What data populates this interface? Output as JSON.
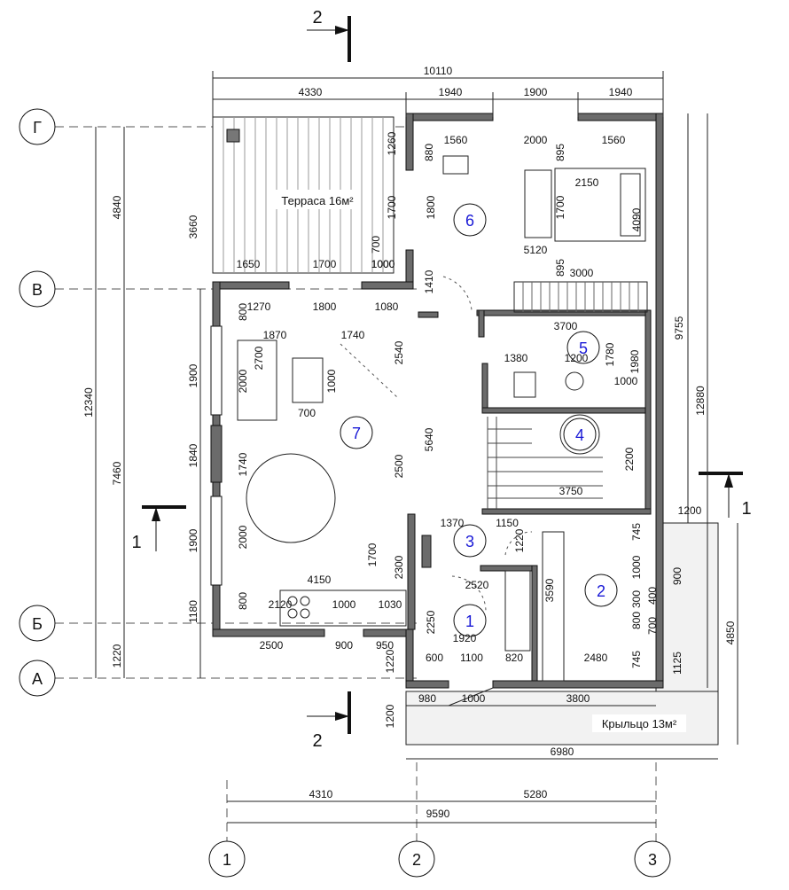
{
  "axes": {
    "vertical": [
      {
        "label": "1"
      },
      {
        "label": "2"
      },
      {
        "label": "3"
      }
    ],
    "horizontal": [
      {
        "label": "Г"
      },
      {
        "label": "В"
      },
      {
        "label": "Б"
      },
      {
        "label": "А"
      }
    ]
  },
  "sections": {
    "top_label": "2",
    "bottom_label": "2",
    "left_label": "1",
    "right_label": "1"
  },
  "areas": {
    "terrace": "Терраса 16м²",
    "porch": "Крыльцо 13м²"
  },
  "rooms": [
    "1",
    "2",
    "3",
    "4",
    "5",
    "6",
    "7"
  ],
  "dimensions": {
    "top_total": "10110",
    "top_segments": [
      "4330",
      "1940",
      "1900",
      "1940"
    ],
    "bottom_total": "9590",
    "bottom_segments": [
      "4310",
      "5280"
    ],
    "porch_width": "6980",
    "porch_segments": [
      "980",
      "1000",
      "3800"
    ],
    "left_total": "12340",
    "left_segments": [
      "4840",
      "7460"
    ],
    "left_inner": [
      "3660",
      "1900",
      "1840",
      "1900",
      "1180",
      "1220"
    ],
    "right_outer": "12880",
    "right_inner": "9755",
    "right_porch": "4850",
    "right_small": [
      "1200",
      "745",
      "1000",
      "300",
      "400",
      "800",
      "700",
      "1125",
      "900"
    ],
    "interior": [
      "1260",
      "880",
      "1560",
      "2000",
      "1560",
      "895",
      "2150",
      "1700",
      "4090",
      "1800",
      "700",
      "1700",
      "1000",
      "1650",
      "1700",
      "1000",
      "1410",
      "5120",
      "895",
      "3000",
      "800",
      "1270",
      "1800",
      "1080",
      "1870",
      "1740",
      "2540",
      "2700",
      "2000",
      "1000",
      "700",
      "3700",
      "1380",
      "1200",
      "1780",
      "1980",
      "1000",
      "1740",
      "5640",
      "2500",
      "2200",
      "3750",
      "2000",
      "1370",
      "1150",
      "1220",
      "1700",
      "2300",
      "4150",
      "2520",
      "3590",
      "800",
      "2120",
      "1000",
      "1030",
      "2250",
      "1920",
      "2500",
      "900",
      "950",
      "600",
      "1100",
      "820",
      "2480",
      "745",
      "1220",
      "1200"
    ]
  }
}
